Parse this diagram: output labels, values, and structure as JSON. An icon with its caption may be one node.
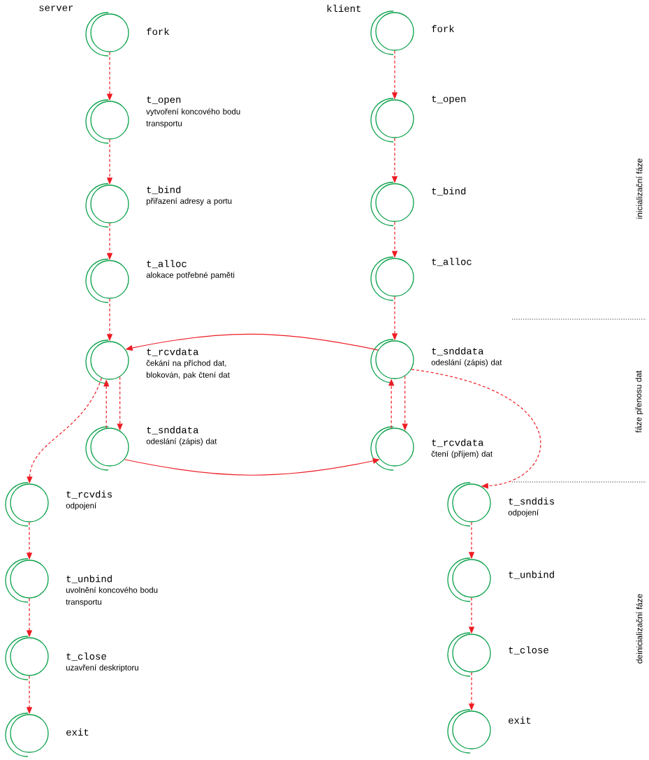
{
  "diagram": {
    "nodes": [
      {
        "text": [
          "fork"
        ]
      },
      {
        "text": [
          "t_open",
          "vytvoření koncového bodu transportu"
        ]
      },
      {
        "text": [
          "t_bind",
          "přiřazení adresy a portu"
        ]
      },
      {
        "text": [
          "t_alloc",
          "alokace potřebné paměti"
        ]
      },
      {
        "text": [
          "t_rcvdata",
          "čekání na příchod dat, blokován, pak čtení dat"
        ]
      },
      {
        "text": [
          "t_snddata",
          "odeslání (zápis) dat"
        ]
      },
      {
        "text": [
          "t_rcvdis",
          "odpojení"
        ]
      },
      {
        "text": [
          "t_unbind",
          "uvolnění koncového bodu transportu"
        ]
      },
      {
        "text": [
          "t_close",
          "uzavření deskriptoru"
        ]
      },
      {
        "text": [
          "exit"
        ]
      },
      {
        "text": [
          "fork"
        ]
      },
      {
        "text": [
          "t_open"
        ]
      },
      {
        "text": [
          "t_bind"
        ]
      },
      {
        "text": [
          "t_alloc"
        ]
      },
      {
        "text": [
          "t_snddata",
          "odeslání (zápis) dat"
        ]
      },
      {
        "text": [
          "t_rcvdata",
          "čtení (příjem) dat"
        ]
      },
      {
        "text": [
          "t_snddis",
          "odpojení"
        ]
      },
      {
        "text": [
          "t_unbind"
        ]
      },
      {
        "text": [
          "t_close"
        ]
      },
      {
        "text": [
          "exit"
        ]
      }
    ],
    "edges": [
      {
        "from": 0,
        "to": 1,
        "arrow": "to",
        "style": "dashed"
      },
      {
        "from": 1,
        "to": 2,
        "arrow": "to",
        "style": "dashed"
      },
      {
        "from": 2,
        "to": 3,
        "arrow": "to",
        "style": "dashed"
      },
      {
        "from": 3,
        "to": 4,
        "arrow": "to",
        "style": "dashed"
      },
      {
        "from": 4,
        "to": 5,
        "arrow": "to",
        "style": "dashed"
      },
      {
        "from": 5,
        "to": 4,
        "arrow": "to",
        "style": "dashed"
      },
      {
        "from": 4,
        "to": 6,
        "arrow": "to",
        "style": "dashed"
      },
      {
        "from": 6,
        "to": 7,
        "arrow": "to",
        "style": "dashed"
      },
      {
        "from": 7,
        "to": 8,
        "arrow": "to",
        "style": "dashed"
      },
      {
        "from": 8,
        "to": 9,
        "arrow": "to",
        "style": "dashed"
      },
      {
        "from": 10,
        "to": 11,
        "arrow": "to",
        "style": "dashed"
      },
      {
        "from": 11,
        "to": 12,
        "arrow": "to",
        "style": "dashed"
      },
      {
        "from": 12,
        "to": 13,
        "arrow": "to",
        "style": "dashed"
      },
      {
        "from": 13,
        "to": 14,
        "arrow": "to",
        "style": "dashed"
      },
      {
        "from": 14,
        "to": 15,
        "arrow": "to",
        "style": "dashed"
      },
      {
        "from": 15,
        "to": 14,
        "arrow": "to",
        "style": "dashed"
      },
      {
        "from": 14,
        "to": 16,
        "arrow": "to",
        "style": "dashed"
      },
      {
        "from": 16,
        "to": 17,
        "arrow": "to",
        "style": "dashed"
      },
      {
        "from": 17,
        "to": 18,
        "arrow": "to",
        "style": "dashed"
      },
      {
        "from": 18,
        "to": 19,
        "arrow": "to",
        "style": "dashed"
      },
      {
        "from": 14,
        "to": 4,
        "arrow": "to"
      },
      {
        "from": 5,
        "to": 15,
        "arrow": "to"
      }
    ],
    "labels": [
      "server",
      "klient",
      "inicializační fáze",
      "fáze přenosu dat",
      "deinicializační fáze"
    ]
  }
}
